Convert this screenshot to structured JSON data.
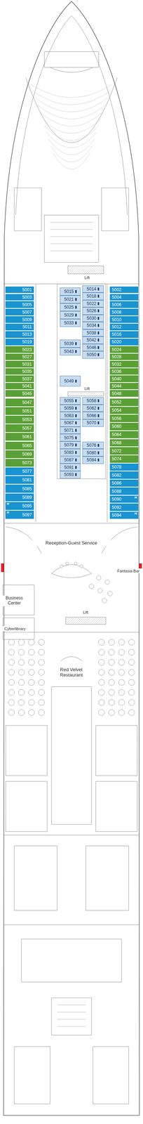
{
  "diagram": {
    "nodes": [
      {
        "text": [
          "5001"
        ]
      },
      {
        "text": [
          "5003"
        ]
      },
      {
        "text": [
          "5005"
        ]
      },
      {
        "text": [
          "5007"
        ]
      },
      {
        "text": [
          "5009"
        ]
      },
      {
        "text": [
          "5011"
        ]
      },
      {
        "text": [
          "5013"
        ]
      },
      {
        "text": [
          "5019"
        ]
      },
      {
        "text": [
          "5023"
        ]
      },
      {
        "text": [
          "5027"
        ]
      },
      {
        "text": [
          "5031"
        ]
      },
      {
        "text": [
          "5035"
        ]
      },
      {
        "text": [
          "5037"
        ]
      },
      {
        "text": [
          "5041"
        ]
      },
      {
        "text": [
          "5045"
        ]
      },
      {
        "text": [
          "5047"
        ]
      },
      {
        "text": [
          "5051"
        ]
      },
      {
        "text": [
          "5053"
        ]
      },
      {
        "text": [
          "5057"
        ]
      },
      {
        "text": [
          "5061"
        ]
      },
      {
        "text": [
          "5065"
        ]
      },
      {
        "text": [
          "5069"
        ]
      },
      {
        "text": [
          "5073"
        ]
      },
      {
        "text": [
          "5077"
        ]
      },
      {
        "text": [
          "5081"
        ]
      },
      {
        "text": [
          "5085"
        ]
      },
      {
        "text": [
          "5089"
        ]
      },
      {
        "text": [
          "5095",
          "H"
        ]
      },
      {
        "text": [
          "5097",
          "H"
        ]
      },
      {
        "text": [
          "5002"
        ]
      },
      {
        "text": [
          "5004"
        ]
      },
      {
        "text": [
          "5006"
        ]
      },
      {
        "text": [
          "5008"
        ]
      },
      {
        "text": [
          "5010"
        ]
      },
      {
        "text": [
          "5012"
        ]
      },
      {
        "text": [
          "5016"
        ]
      },
      {
        "text": [
          "5020"
        ]
      },
      {
        "text": [
          "5024"
        ]
      },
      {
        "text": [
          "5028"
        ]
      },
      {
        "text": [
          "5032"
        ]
      },
      {
        "text": [
          "5036"
        ]
      },
      {
        "text": [
          "5040"
        ]
      },
      {
        "text": [
          "5044"
        ]
      },
      {
        "text": [
          "5048"
        ]
      },
      {
        "text": [
          "5052"
        ]
      },
      {
        "text": [
          "5054"
        ]
      },
      {
        "text": [
          "5056"
        ]
      },
      {
        "text": [
          "5060"
        ]
      },
      {
        "text": [
          "5064"
        ]
      },
      {
        "text": [
          "5068"
        ]
      },
      {
        "text": [
          "5072"
        ]
      },
      {
        "text": [
          "5074"
        ]
      },
      {
        "text": [
          "5078"
        ]
      },
      {
        "text": [
          "5082"
        ]
      },
      {
        "text": [
          "5086"
        ]
      },
      {
        "text": [
          "5088"
        ]
      },
      {
        "text": [
          "5090",
          "H"
        ]
      },
      {
        "text": [
          "5092"
        ]
      },
      {
        "text": [
          "5094",
          "H"
        ]
      },
      {
        "text": [
          "5015"
        ]
      },
      {
        "text": [
          "5021"
        ]
      },
      {
        "text": [
          "5025"
        ]
      },
      {
        "text": [
          "5029"
        ]
      },
      {
        "text": [
          "5033"
        ]
      },
      {
        "text": [
          "5039"
        ]
      },
      {
        "text": [
          "5043"
        ]
      },
      {
        "text": [
          "5049"
        ]
      },
      {
        "text": [
          "5055"
        ]
      },
      {
        "text": [
          "5059"
        ]
      },
      {
        "text": [
          "5063"
        ]
      },
      {
        "text": [
          "5067"
        ]
      },
      {
        "text": [
          "5071"
        ]
      },
      {
        "text": [
          "5075"
        ]
      },
      {
        "text": [
          "5079"
        ]
      },
      {
        "text": [
          "5083"
        ]
      },
      {
        "text": [
          "5087"
        ]
      },
      {
        "text": [
          "5091"
        ]
      },
      {
        "text": [
          "5093"
        ]
      },
      {
        "text": [
          "5014"
        ]
      },
      {
        "text": [
          "5018"
        ]
      },
      {
        "text": [
          "5022"
        ]
      },
      {
        "text": [
          "5026"
        ]
      },
      {
        "text": [
          "5030"
        ]
      },
      {
        "text": [
          "5034"
        ]
      },
      {
        "text": [
          "5038"
        ]
      },
      {
        "text": [
          "5042"
        ]
      },
      {
        "text": [
          "5046"
        ]
      },
      {
        "text": [
          "5050"
        ]
      },
      {
        "text": [
          "5058"
        ]
      },
      {
        "text": [
          "5062"
        ]
      },
      {
        "text": [
          "5066"
        ]
      },
      {
        "text": [
          "5070"
        ]
      },
      {
        "text": [
          "5076"
        ]
      },
      {
        "text": [
          "5080"
        ]
      },
      {
        "text": [
          "5084"
        ]
      }
    ],
    "labels": [
      "Lift",
      "Lift",
      "Reception-Guest Service",
      "Fantasia Bar",
      "Lift",
      "Business Center",
      "Cyberlibrary",
      "Red Velvet Restaurant"
    ]
  }
}
